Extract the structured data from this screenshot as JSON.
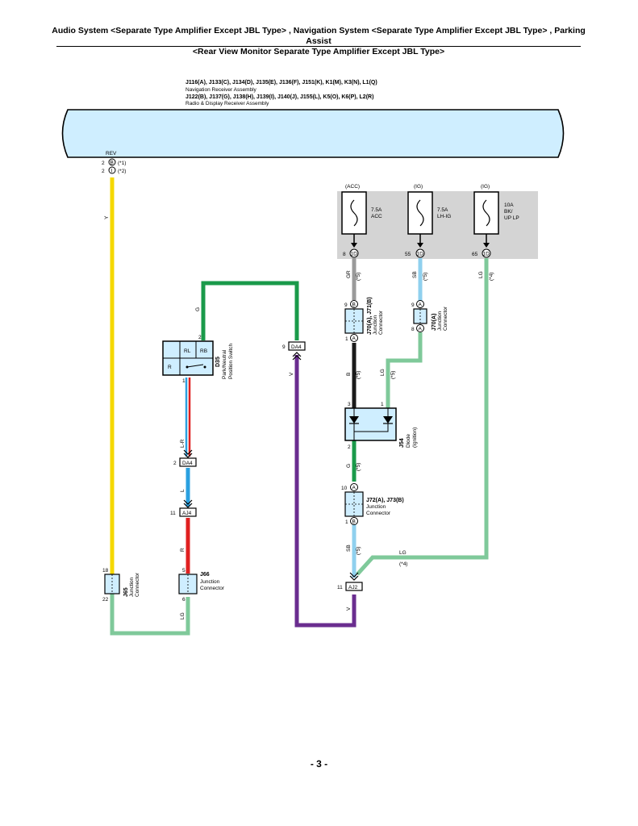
{
  "header": {
    "line1": "Audio System <Separate Type Amplifier Except JBL Type> , Navigation System <Separate Type Amplifier Except JBL Type> , Parking Assist",
    "line2": "<Rear View Monitor Separate Type Amplifier Except JBL Type>"
  },
  "page_number": "- 3 -",
  "receiver": {
    "codes1": "J116(A), J133(C), J134(D), J135(E), J136(F), J151(K), K1(M), K3(N), L1(Q)",
    "name1": "Navigation Receiver Assembly",
    "codes2": "J122(B), J137(G), J138(H), J139(I), J140(J), J155(L), K5(O), K6(P), L2(R)",
    "name2": "Radio & Display Receiver Assembly",
    "terminal": "REV",
    "pin_top": "2",
    "pin_bottom": "2",
    "pin_top_letter": "B",
    "pin_bottom_letter": "I",
    "note_top": "(*1)",
    "note_bottom": "(*2)"
  },
  "fuses": [
    {
      "supply": "(ACC)",
      "rating": "7.5A",
      "name": "ACC",
      "name2": "",
      "pin": "8",
      "conn": "1D"
    },
    {
      "supply": "(IG)",
      "rating": "7.5A",
      "name": "LH-IG",
      "name2": "",
      "pin": "55",
      "conn": "1D"
    },
    {
      "supply": "(IG)",
      "rating": "10A",
      "name": "BK/",
      "name2": "UP LP",
      "pin": "65",
      "conn": "1D"
    }
  ],
  "wires": {
    "y": "Y",
    "g": "G",
    "v_left": "V",
    "gr": "GR",
    "sb_top": "SB",
    "lg_right": "LG",
    "b": "B",
    "lg_mid": "LG",
    "l_r": "L-R",
    "l": "L",
    "r": "R",
    "lg_bottom": "LG",
    "g_diode": "G",
    "sb_bottom": "SB",
    "lg_horiz": "LG",
    "v_bottom": "V"
  },
  "notes": {
    "n5a": "(*5)",
    "n5b": "(*5)",
    "n4a": "(*4)",
    "n5c": "(*5)",
    "n5d": "(*5)",
    "n5e": "(*5)",
    "n5f": "(*5)",
    "n4b": "(*4)"
  },
  "components": {
    "d35": {
      "code": "D35",
      "name1": "Park/Neutral",
      "name2": "Position Switch",
      "cells": [
        "RL",
        "RB",
        "R"
      ],
      "pin_top": "2",
      "pin_bottom": "1"
    },
    "j70": {
      "code": "J70(A), J71(B)",
      "name1": "Junction",
      "name2": "Connector",
      "pin_top": "9",
      "pin_top_letter": "B",
      "pin_bottom": "1",
      "pin_bottom_letter": "A"
    },
    "j70a": {
      "code": "J70(A)",
      "name1": "Junction",
      "name2": "Connector",
      "pin_top": "9",
      "pin_top_letter": "A",
      "pin_bottom": "8",
      "pin_bottom_letter": "A"
    },
    "j54": {
      "code": "J54",
      "name1": "Diode",
      "name2": "(Ignition)",
      "pin_3": "3",
      "pin_1": "1",
      "pin_2": "2"
    },
    "j72": {
      "code": "J72(A), J73(B)",
      "name1": "Junction",
      "name2": "Connector",
      "pin_top": "10",
      "pin_top_letter": "A",
      "pin_bottom": "1",
      "pin_bottom_letter": "B"
    },
    "j65": {
      "code": "J65",
      "name1": "Junction",
      "name2": "Connector",
      "pin_top": "18",
      "pin_bottom": "22"
    },
    "j66": {
      "code": "J66",
      "name1": "Junction",
      "name2": "Connector",
      "pin_top": "5",
      "pin_bottom": "6"
    }
  },
  "connectors": {
    "da4_g": {
      "pin": "9",
      "label": "DA4"
    },
    "da4_l": {
      "pin": "2",
      "label": "DA4"
    },
    "aj4": {
      "pin": "11",
      "label": "AJ4"
    },
    "aj2": {
      "pin": "11",
      "label": "AJ2"
    }
  },
  "colors": {
    "yellow": "#f5d800",
    "green": "#1a9a4a",
    "purple": "#6a2d8f",
    "gray": "#9a9a9a",
    "sky": "#8fd0ee",
    "lightgreen": "#7fc99a",
    "black": "#1a1a1a",
    "blue": "#2aa0e0",
    "red": "#e02020",
    "panel": "#cfeeff",
    "fusebox": "#d4d4d4"
  }
}
